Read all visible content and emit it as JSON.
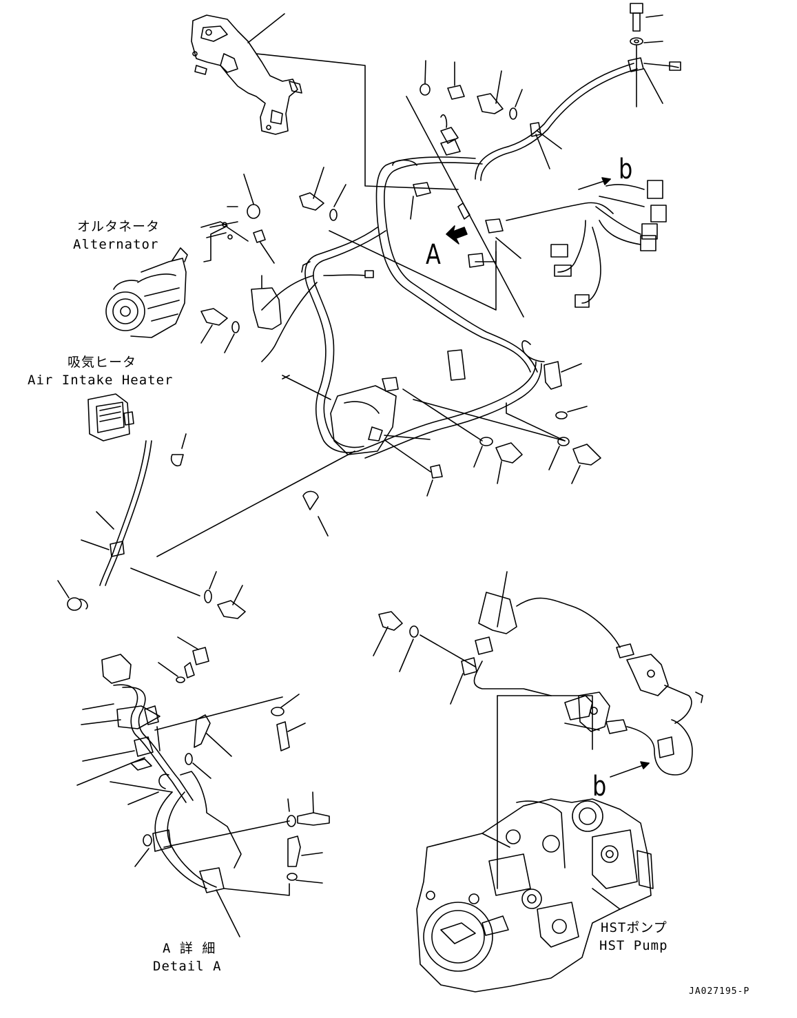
{
  "labels": {
    "alternator_jp": "オルタネータ",
    "alternator_en": "Alternator",
    "air_intake_heater_jp": "吸気ヒータ",
    "air_intake_heater_en": "Air Intake Heater",
    "hst_pump_jp": "HSTポンプ",
    "hst_pump_en": "HST Pump",
    "detail_a_jp": "A 詳 細",
    "detail_a_en": "Detail A"
  },
  "callouts": {
    "view_a": "A",
    "b_top": "b",
    "b_bottom": "b"
  },
  "drawing_ref": "JA027195-P"
}
